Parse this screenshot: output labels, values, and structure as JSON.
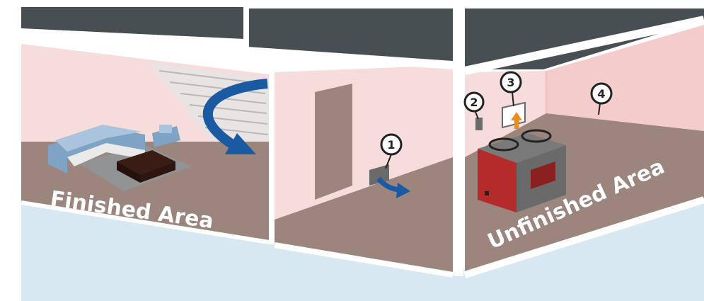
{
  "labels": {
    "finished": "Finished Area",
    "unfinished": "Unfinished Area"
  },
  "markers": [
    "1",
    "2",
    "3",
    "4"
  ],
  "colors": {
    "ceiling": "#474f53",
    "wall": "#f7dcdc",
    "floor": "#9b857d",
    "ground": "#d8e8f2",
    "house_line": "#ffffff",
    "arrow": "#1a5aa3",
    "dehumidifier": "#b52b2b",
    "vent": "#6a6a6a"
  },
  "icons": [
    "sofa-icon",
    "coffee-table-icon",
    "staircase-icon",
    "doorway-icon",
    "dehumidifier-icon",
    "airflow-arrow-icon"
  ]
}
